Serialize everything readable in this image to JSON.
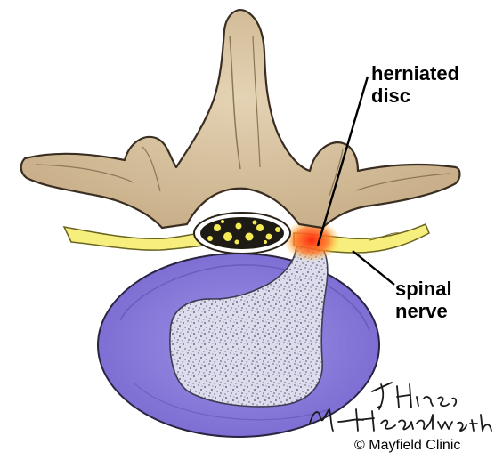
{
  "labels": {
    "herniated_line1": "herniated",
    "herniated_line2": "disc",
    "spinal_line1": "spinal",
    "spinal_line2": "nerve"
  },
  "signatures": {
    "artist_1": "T. Hines",
    "artist_2": "M. Headworth"
  },
  "credit": "© Mayfield Clinic",
  "colors": {
    "bone": "#d5bf9c",
    "bone_outline": "#3a2e22",
    "disc_annulus": "#8b7fd6",
    "disc_nucleus": "#dadbea",
    "nerve": "#f6ef7d",
    "inflammation": "#ff3a1a",
    "spinal_cord": "#f3ea55"
  }
}
